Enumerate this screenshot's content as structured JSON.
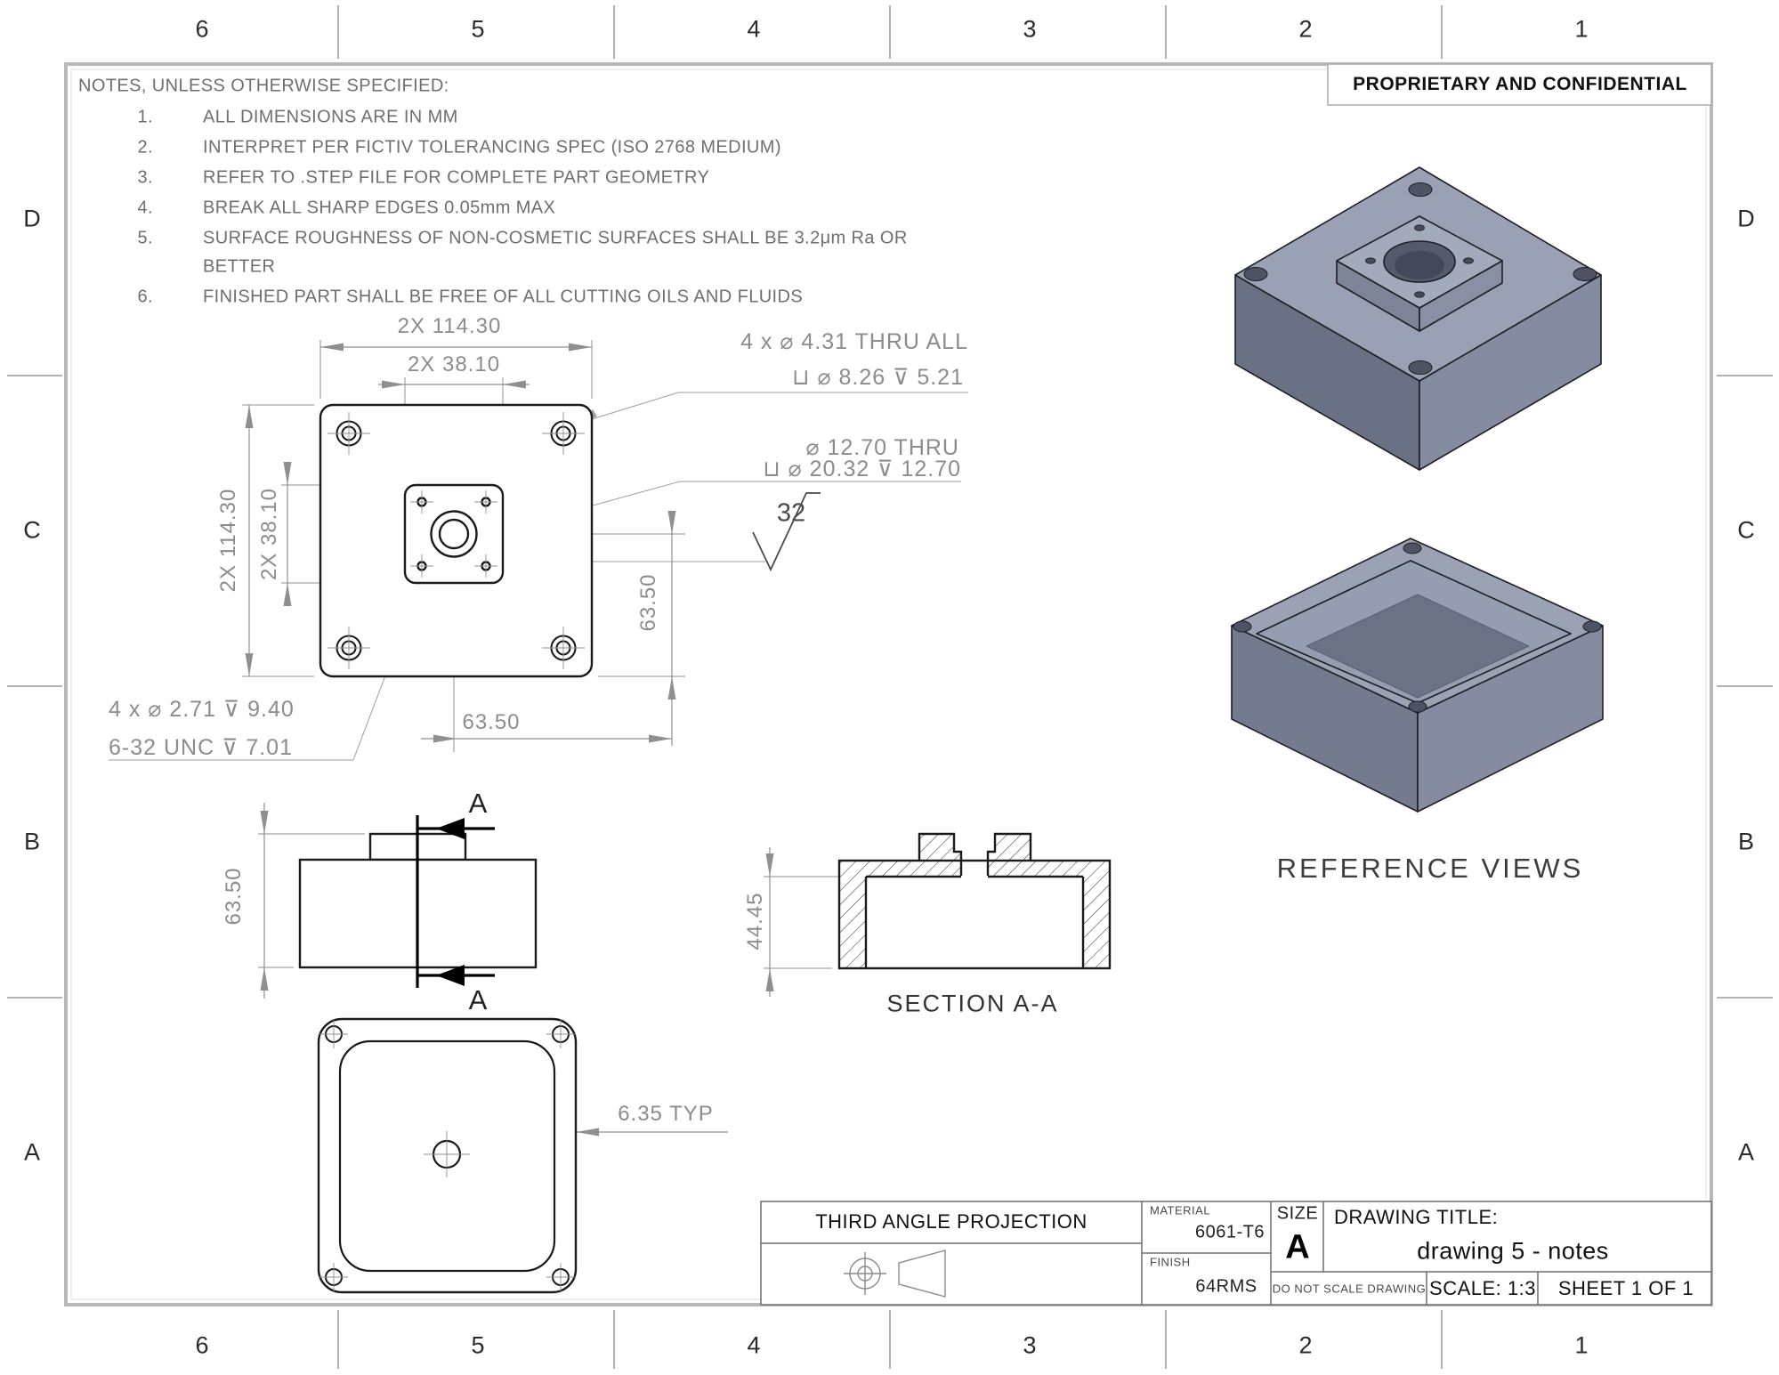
{
  "border": {
    "top": [
      "6",
      "5",
      "4",
      "3",
      "2",
      "1"
    ],
    "bottom": [
      "6",
      "5",
      "4",
      "3",
      "2",
      "1"
    ],
    "left": [
      "D",
      "C",
      "B",
      "A"
    ],
    "right": [
      "D",
      "C",
      "B",
      "A"
    ]
  },
  "proprietary": "PROPRIETARY AND CONFIDENTIAL",
  "notes": {
    "title": "NOTES, UNLESS OTHERWISE SPECIFIED:",
    "items": [
      {
        "num": "1.",
        "text": "ALL DIMENSIONS ARE IN MM"
      },
      {
        "num": "2.",
        "text": "INTERPRET PER FICTIV TOLERANCING SPEC (ISO 2768 MEDIUM)"
      },
      {
        "num": "3.",
        "text": "REFER TO .STEP FILE FOR COMPLETE PART GEOMETRY"
      },
      {
        "num": "4.",
        "text": "BREAK ALL SHARP EDGES 0.05mm MAX"
      },
      {
        "num": "5.",
        "text": "SURFACE ROUGHNESS OF NON-COSMETIC SURFACES SHALL BE 3.2μm Ra OR",
        "text2": "BETTER"
      },
      {
        "num": "6.",
        "text": "FINISHED PART SHALL BE FREE OF ALL CUTTING OILS AND FLUIDS"
      }
    ]
  },
  "top_view": {
    "dim_width_outer": "2X 114.30",
    "dim_width_boss": "2X 38.10",
    "dim_height_outer": "2X 114.30",
    "dim_height_boss": "2X 38.10",
    "dim_right": "63.50",
    "dim_bottom": "63.50",
    "callout_cbore": {
      "line1": "4 x ⌀ 4.31 THRU ALL",
      "line2": "⊔ ⌀ 8.26 ⊽ 5.21"
    },
    "callout_center": {
      "line1": "⌀ 12.70 THRU",
      "line2": "⊔ ⌀ 20.32 ⊽ 12.70"
    },
    "callout_tap": {
      "line1": "4 x ⌀ 2.71 ⊽ 9.40",
      "line2": "6-32 UNC ⊽ 7.01"
    },
    "surface_finish": "32"
  },
  "front_view": {
    "dim_height": "63.50",
    "section_letter_top": "A",
    "section_letter_bottom": "A"
  },
  "section_view": {
    "dim_height": "44.45",
    "label": "SECTION A-A"
  },
  "bottom_view": {
    "dim_wall": "6.35 TYP"
  },
  "reference_views": {
    "label": "REFERENCE VIEWS"
  },
  "title_block": {
    "projection": "THIRD ANGLE PROJECTION",
    "material_label": "MATERIAL",
    "material": "6061-T6",
    "finish_label": "FINISH",
    "finish": "64RMS",
    "size_label": "SIZE",
    "size": "A",
    "title_label": "DRAWING TITLE:",
    "title": "drawing 5 - notes",
    "no_scale": "DO NOT SCALE DRAWING",
    "scale": "SCALE: 1:3",
    "sheet": "SHEET 1 OF 1"
  },
  "colors": {
    "iso_top_face": "#9aa1b5",
    "iso_left_face": "#6b7185",
    "iso_right_face": "#858ca2",
    "iso_floor": "#6b7284",
    "line": "#1a1a1a",
    "dim": "#8c8c8c",
    "frame": "#b8b8b8"
  }
}
